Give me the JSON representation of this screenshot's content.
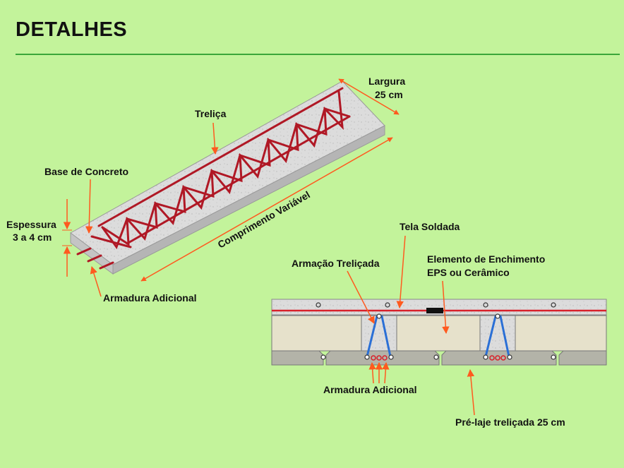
{
  "title": "DETALHES",
  "labels": {
    "largura": "Largura",
    "largura_value": "25 cm",
    "trelica": "Treliça",
    "base_concreto": "Base de Concreto",
    "espessura": "Espessura",
    "espessura_value": "3 a 4 cm",
    "comprimento": "Comprimento Variável",
    "armadura_adicional_top": "Armadura Adicional",
    "tela_soldada": "Tela Soldada",
    "armacao_trelicada": "Armação Treliçada",
    "elemento_enchimento": "Elemento de Enchimento",
    "eps_ceramico": "EPS ou Cerâmico",
    "armadura_adicional_bottom": "Armadura Adicional",
    "pre_laje": "Pré-laje treliçada 25 cm"
  },
  "colors": {
    "background": "#c3f39b",
    "rule": "#3aa63a",
    "arrow": "#ff5a1f",
    "truss": "#b01825",
    "concrete": "#dadada",
    "filler": "#e6e1cb",
    "rebar_blue": "#2a6fd6"
  }
}
